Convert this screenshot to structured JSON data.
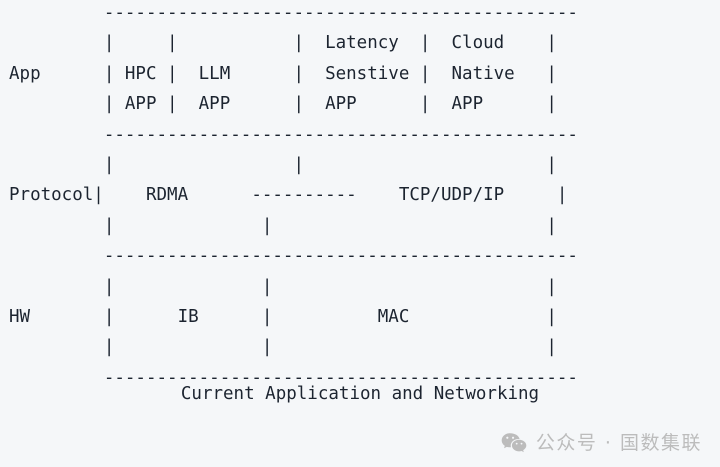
{
  "figure": {
    "kind": "ascii-art-layer-diagram",
    "caption": "Current Application and Networking",
    "background_color": "#f5f7f9",
    "text_color": "#1c2430",
    "layers": [
      {
        "name": "App",
        "label": "App",
        "cells": [
          {
            "lines": [
              "",
              "HPC",
              "APP"
            ]
          },
          {
            "lines": [
              "",
              "LLM",
              "APP"
            ]
          },
          {
            "lines": [
              "Latency",
              "Senstive",
              "APP"
            ]
          },
          {
            "lines": [
              "Cloud",
              "Native",
              "APP"
            ]
          }
        ]
      },
      {
        "name": "Protocol",
        "label": "Protocol",
        "cells": [
          {
            "lines": [
              "",
              "RDMA",
              ""
            ]
          },
          {
            "lines": [
              "",
              "----------",
              ""
            ]
          },
          {
            "lines": [
              "",
              "TCP/UDP/IP",
              ""
            ]
          }
        ]
      },
      {
        "name": "HW",
        "label": "HW",
        "cells": [
          {
            "lines": [
              "",
              "IB",
              ""
            ]
          },
          {
            "lines": [
              "",
              "MAC",
              ""
            ]
          }
        ]
      }
    ],
    "art": "         ---------------------------------------------\n         |     |           |  Latency  |  Cloud    |\nApp      | HPC |  LLM      |  Senstive |  Native   |\n         | APP |  APP      |  APP      |  APP      |\n         ---------------------------------------------\n         |                 |                       |\nProtocol|    RDMA      ----------    TCP/UDP/IP     |\n         |              |                          |\n         ---------------------------------------------\n         |              |                          |\nHW       |      IB      |          MAC             |\n         |              |                          |\n         ---------------------------------------------"
  },
  "watermark": {
    "icon": "wechat-icon",
    "text": "公众号 · 国数集联",
    "color": "#bcbcbc"
  }
}
